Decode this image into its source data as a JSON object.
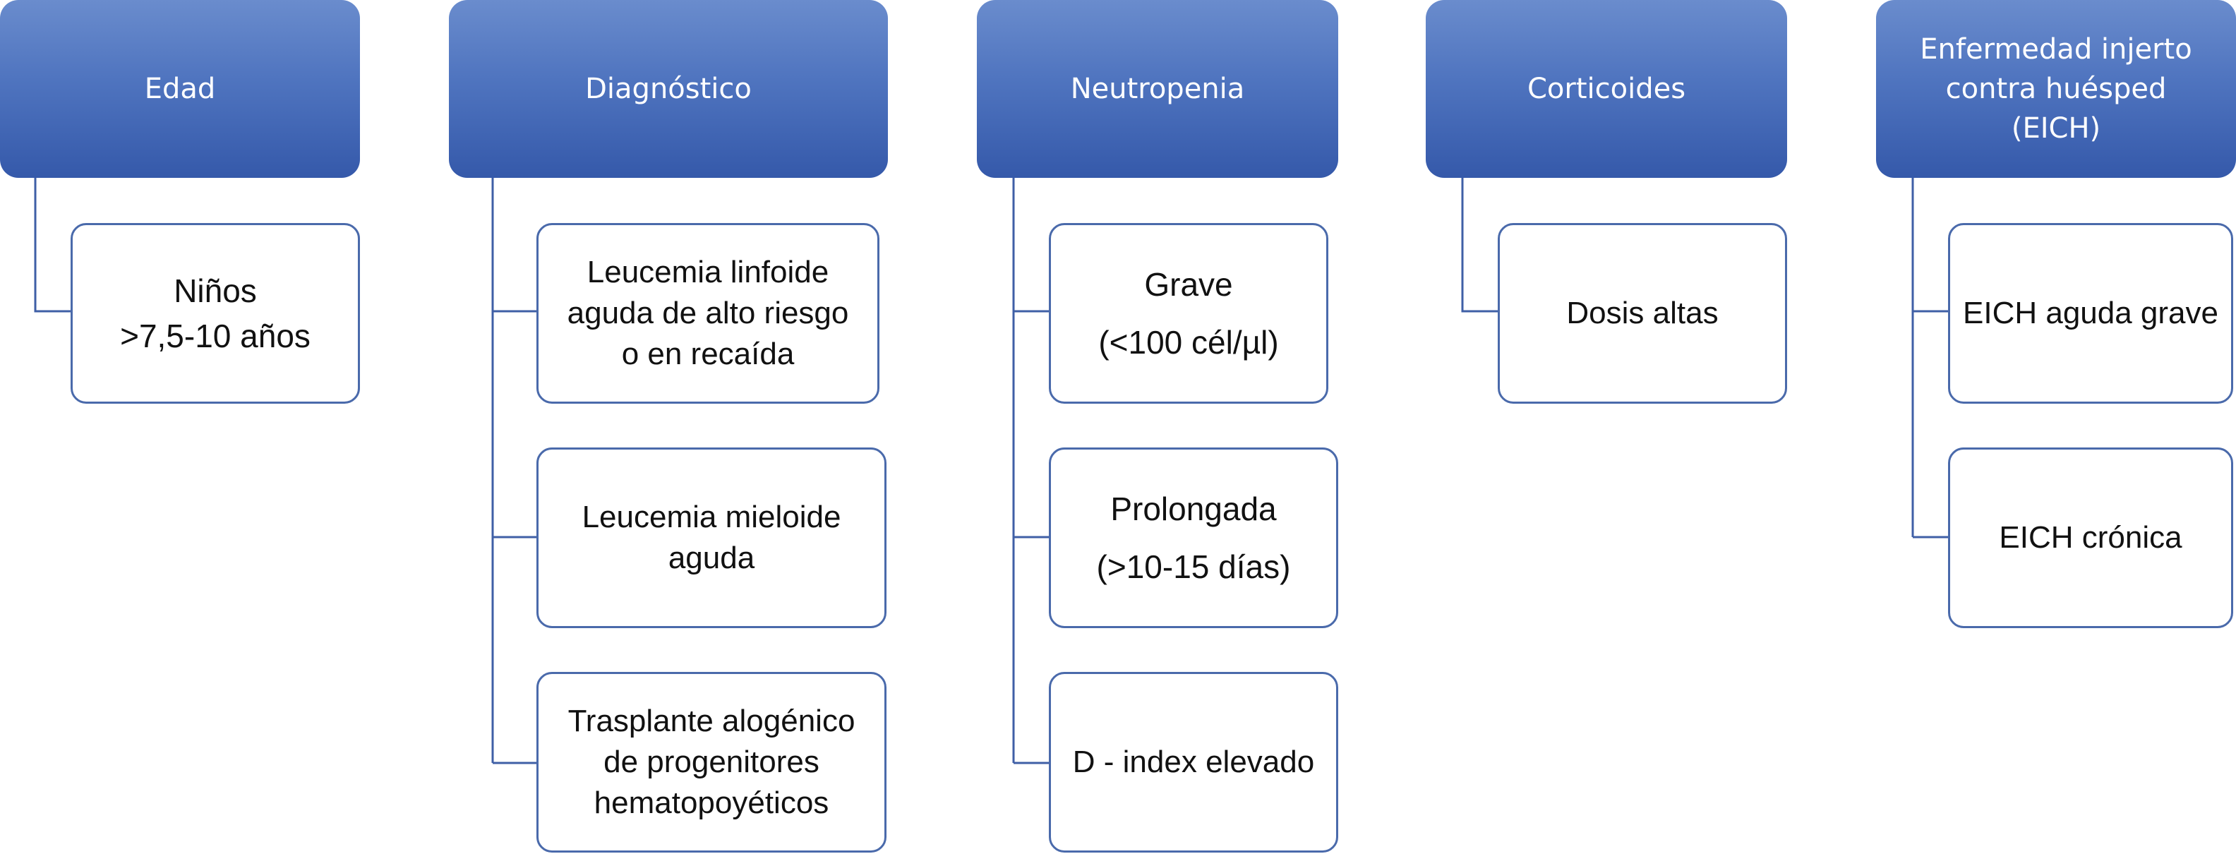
{
  "columns": [
    {
      "header": "Edad",
      "items": [
        "Niños\n>7,5-10 años"
      ]
    },
    {
      "header": "Diagnóstico",
      "items": [
        "Leucemia linfoide\naguda de alto riesgo\no en recaída",
        "Leucemia mieloide\naguda",
        "Trasplante alogénico\nde progenitores\nhematopoyéticos"
      ]
    },
    {
      "header": "Neutropenia",
      "items": [
        "Grave\n(<100 cél/µl)",
        "Prolongada\n(>10-15 días)",
        "D - index elevado"
      ]
    },
    {
      "header": "Corticoides",
      "items": [
        "Dosis altas"
      ]
    },
    {
      "header": "Enfermedad injerto\ncontra huésped\n(EICH)",
      "items": [
        "EICH aguda grave",
        "EICH crónica"
      ]
    }
  ],
  "colors": {
    "header_top": "#6a8ccd",
    "header_bottom": "#3559aa",
    "header_text": "#ffffff",
    "box_border": "#4a6aab",
    "connector": "#3f5fa6"
  }
}
